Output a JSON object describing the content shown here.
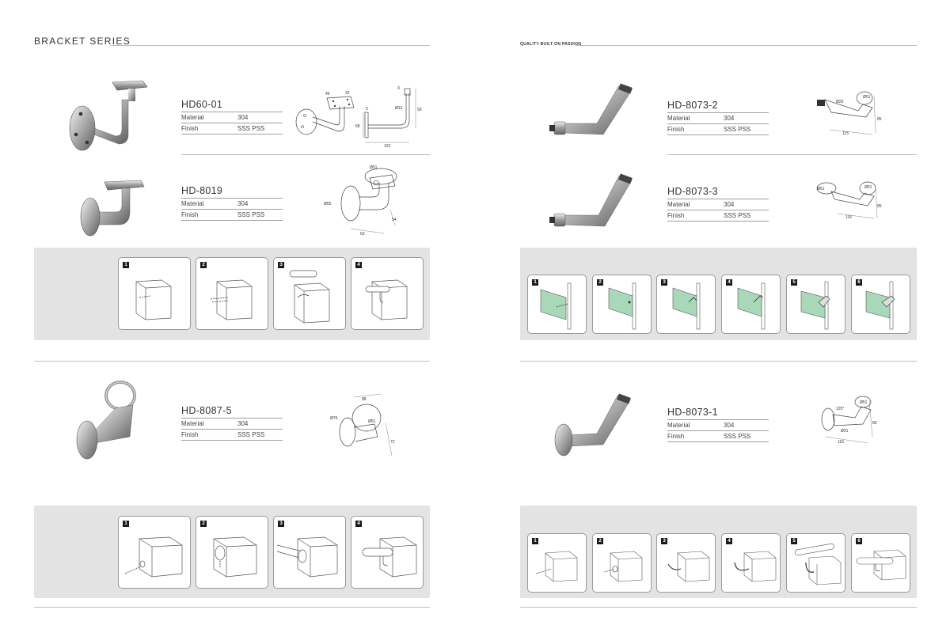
{
  "left_page": {
    "title": "BRACKET  SERIES",
    "products": [
      {
        "code": "HD60-01",
        "material_label": "Material",
        "material": "304",
        "finish_label": "Finish",
        "finish": "SSS   PSS"
      },
      {
        "code": "HD-8019",
        "material_label": "Material",
        "material": "304",
        "finish_label": "Finish",
        "finish": "SSS   PSS"
      },
      {
        "code": "HD-8087-5",
        "material_label": "Material",
        "material": "304",
        "finish_label": "Finish",
        "finish": "SSS   PSS"
      }
    ],
    "steps_a": [
      "1",
      "2",
      "3",
      "4"
    ],
    "steps_b": [
      "1",
      "2",
      "3",
      "4"
    ],
    "dims": {
      "d1": [
        "46",
        "32",
        "5",
        "58",
        "102",
        "3",
        "Ø12",
        "93"
      ],
      "d2": [
        "Ø51",
        "Ø55",
        "54",
        "63"
      ],
      "d3": [
        "88",
        "Ø76",
        "Ø51",
        "72"
      ]
    }
  },
  "right_page": {
    "tagline": "QUALITY BUILT ON PASSION",
    "products": [
      {
        "code": "HD-8073-2",
        "material_label": "Material",
        "material": "304",
        "finish_label": "Finish",
        "finish": "SSS   PSS"
      },
      {
        "code": "HD-8073-3",
        "material_label": "Material",
        "material": "304",
        "finish_label": "Finish",
        "finish": "SSS   PSS"
      },
      {
        "code": "HD-8073-1",
        "material_label": "Material",
        "material": "304",
        "finish_label": "Finish",
        "finish": "SSS   PSS"
      }
    ],
    "steps_a": [
      "1",
      "2",
      "3",
      "4",
      "5",
      "6"
    ],
    "steps_b": [
      "1",
      "2",
      "3",
      "4",
      "5",
      "6"
    ],
    "dims": {
      "d1": [
        "Ø25",
        "Ø51",
        "85",
        "115"
      ],
      "d2": [
        "Ø51",
        "Ø51",
        "85",
        "116"
      ],
      "d3": [
        "125°",
        "Ø51",
        "Ø21",
        "85",
        "116"
      ]
    }
  }
}
